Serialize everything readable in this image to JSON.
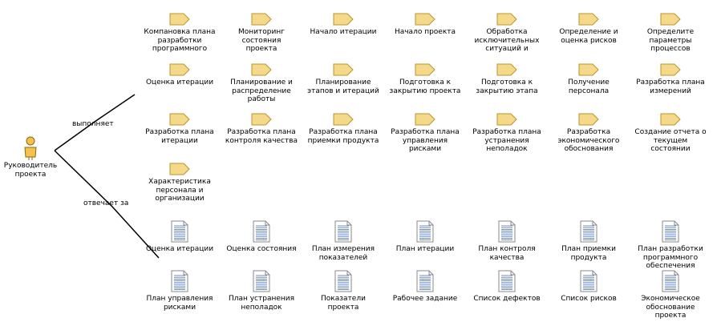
{
  "role": {
    "label": "Руководитель\nпроекта",
    "icon": "person-icon"
  },
  "edges": {
    "performs": "выполняет",
    "responsible": "отвечает за"
  },
  "activities": [
    "Компановка плана\nразработки\nпрограммного",
    "Мониторинг\nсостояния\nпроекта",
    "Начало итерации",
    "Начало проекта",
    "Обработка\nисключительных\nситуаций и",
    "Определение и\nоценка рисков",
    "Определите\nпараметры\nпроцессов",
    "Оценка итерации",
    "Планирование и\nраспределение\nработы",
    "Планирование\nэтапов и итераций",
    "Подготовка к\nзакрытию проекта",
    "Подготовка к\nзакрытию этапа",
    "Получение\nперсонала",
    "Разработка плана\nизмерений",
    "Разработка плана\nитерации",
    "Разработка плана\nконтроля качества",
    "Разработка плана\nприемки продукта",
    "Разработка плана\nуправления\nрисками",
    "Разработка плана\nустранения\nнеполадок",
    "Разработка\nэкономического\nобоснования",
    "Создание отчета о\nтекущем\nсостоянии",
    "Характеристика\nперсонала и\nорганизации"
  ],
  "artifacts": [
    "Оценка итерации",
    "Оценка состояния",
    "План измерения\nпоказателей",
    "План итерации",
    "План контроля\nкачества",
    "План приемки\nпродукта",
    "План разработки\nпрограммного\nобеспечения",
    "План управления\nрисками",
    "План устранения\nнеполадок",
    "Показатели\nпроекта",
    "Рабочее задание",
    "Список дефектов",
    "Список рисков",
    "Экономическое\nобоснование\nпроекта"
  ],
  "colors": {
    "activity_fill": "#f5d98a",
    "activity_stroke": "#b8952e",
    "doc_fill": "#ffffff",
    "doc_stroke": "#8a8a8a",
    "doc_lines": "#4a6fb5",
    "role_fill": "#f2c14e"
  }
}
